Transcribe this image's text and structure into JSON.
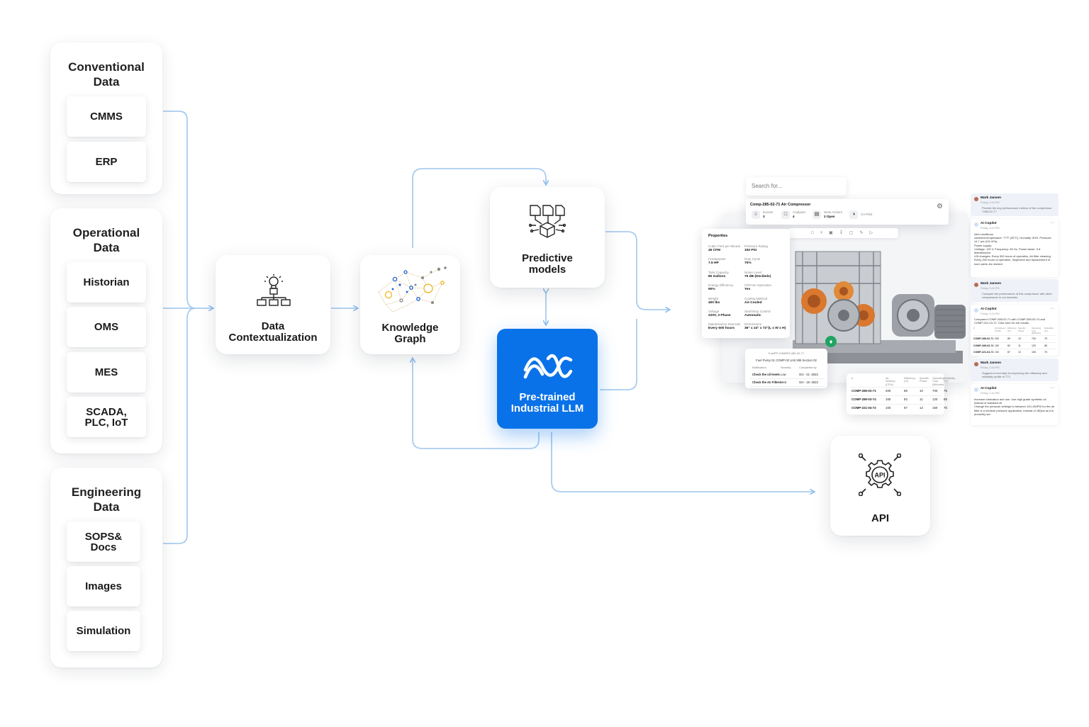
{
  "groups": {
    "conventional": {
      "title": "Conventional\nData",
      "items": [
        "CMMS",
        "ERP"
      ]
    },
    "operational": {
      "title": "Operational\nData",
      "items": [
        "Historian",
        "OMS",
        "MES",
        "SCADA,\nPLC, IoT"
      ]
    },
    "engineering": {
      "title": "Engineering\nData",
      "items": [
        "SOPS&\nDocs",
        "Images",
        "Simulation"
      ]
    }
  },
  "nodes": {
    "contextualization": {
      "label": "Data\nContextualization",
      "icon": "lightbulb-hierarchy-icon"
    },
    "knowledge_graph": {
      "label": "Knowledge\nGraph",
      "icon": "network-graph-icon"
    },
    "predictive": {
      "label": "Predictive\nmodels",
      "icon": "documents-cube-icon"
    },
    "llm": {
      "label": "Pre-trained\nIndustrial LLM",
      "icon": "wave-logo-icon"
    },
    "api": {
      "label": "API",
      "icon": "api-gear-icon"
    }
  },
  "colors": {
    "accent": "#0a72e8",
    "connector": "#a9cdf1",
    "status_green": "#1fa463"
  },
  "app": {
    "search_placeholder": "Search for...",
    "asset_title": "Comp-285-02-71 Air Compressor",
    "stats": [
      {
        "label": "Events",
        "value": "3"
      },
      {
        "label": "Analytics",
        "value": "4"
      },
      {
        "label": "Work Orders",
        "value": "3 Open"
      },
      {
        "label": "Co-Pilot",
        "value": ""
      }
    ],
    "properties": {
      "title": "Properties",
      "rows": [
        [
          {
            "label": "Cubic Feet per Minute",
            "value": "45 CFM"
          },
          {
            "label": "Pressure Rating",
            "value": "150 PSI"
          }
        ],
        [
          {
            "label": "Horsepower",
            "value": "7.5 HP"
          },
          {
            "label": "Duty Cycle",
            "value": "70%"
          }
        ],
        [
          {
            "label": "Tank Capacity",
            "value": "80 Gallons"
          },
          {
            "label": "Noise Level",
            "value": "75 dB (Decibels)"
          }
        ],
        [
          {
            "label": "Energy Efficiency",
            "value": "90%"
          },
          {
            "label": "Oil-Free Operation",
            "value": "Yes"
          }
        ],
        [
          {
            "label": "Weight",
            "value": "400 lbs"
          },
          {
            "label": "Cooling Method",
            "value": "Air-Cooled"
          }
        ],
        [
          {
            "label": "Voltage",
            "value": "220V, 3 Phase"
          },
          {
            "label": "Start/Stop Control",
            "value": "Automatic"
          }
        ],
        [
          {
            "label": "Maintenance Intervals",
            "value": "Every 500 hours"
          },
          {
            "label": "Dimensions",
            "value": "36\" x 24\" x 72\"(L x W x H)"
          }
        ]
      ]
    },
    "workorders": {
      "title": "FuelPP COMP03 283-02-77",
      "subtitle": "Fuel Pump 01  COMP-02  Unit 285  Section 02",
      "headers": [
        "Notification",
        "Severity",
        "Completed by"
      ],
      "rows": [
        [
          "Check the oil levels",
          "Low",
          "Oct - 21 -2023"
        ],
        [
          "Check the Air Filters",
          "Med",
          "Oct - 18 -2023"
        ]
      ]
    },
    "compare_table": {
      "headers": [
        "#",
        "Air Delivery (CFM)",
        "Efficiency (%)",
        "Specific Power",
        "Operating Cost ($/Month)",
        "Reliability (%)"
      ],
      "rows": [
        [
          "COMP-285-02-71",
          "200",
          "85",
          "10",
          "700",
          "75"
        ],
        [
          "COMP-289-03-74",
          "150",
          "82",
          "11",
          "120",
          "85"
        ],
        [
          "COMP-221-04-72",
          "100",
          "87",
          "12",
          "150",
          "75"
        ]
      ]
    },
    "chat": [
      {
        "author": "Mark Jansen",
        "time": "Friday, 2:44 PM",
        "text": "Provide the key performance metrics of the compressor 7285-02-7?"
      },
      {
        "author": "AI Copilot",
        "time": "Friday, 2:44 PM",
        "text": "Inlet conditions:\n•Ambient temperature: 77°F (25°C), Humidity: 60%, Pressure: 14.7 psi (101 kPa)\nPower supply:\n•Voltage: 120 V, Frequency: 60 Hz, Power factor: 0.8\nMaintenance:\n•Oil changes: Every 500 hours of operation, Air filter cleaning: Every 250 hours of operation, Inspection and replacement of worn parts: As needed"
      },
      {
        "author": "Mark Jansen",
        "time": "Friday, 2:44 PM",
        "text": "Compare the performance of this compressor with other compressors in our factories"
      },
      {
        "author": "AI Copilot",
        "time": "Friday, 2:44 PM",
        "text": "Compared COMP-285-02-71 with COMP-289-03-74 and COMP-221-04-72. Click here for the results."
      },
      {
        "author": "Mark Jansen",
        "time": "Friday, 2:44 PM",
        "text": "Suggest a next step for improving the efficiency and reliability profile of T71"
      },
      {
        "author": "AI Copilot",
        "time": "Friday, 2:44 PM",
        "text": "Increase lubrication and use. Use high grade synthetic oil instead of standard oil.\nChange the pressure settings to between 120-150PSI for the air filter is a medium pressure application, instead of 180psi as it is presently set"
      }
    ],
    "chat_table": {
      "headers": [
        "#",
        "Air Delivery (CFM)",
        "Efficiency (%)",
        "Specific Power",
        "Operating Cost ($/Month)",
        "Reliability (%)"
      ],
      "rows": [
        [
          "COMP-285-02-71",
          "200",
          "85",
          "10",
          "700",
          "75"
        ],
        [
          "COMP-289-03-74",
          "150",
          "82",
          "11",
          "120",
          "85"
        ],
        [
          "COMP-221-04-72",
          "100",
          "87",
          "12",
          "150",
          "75"
        ]
      ]
    }
  }
}
